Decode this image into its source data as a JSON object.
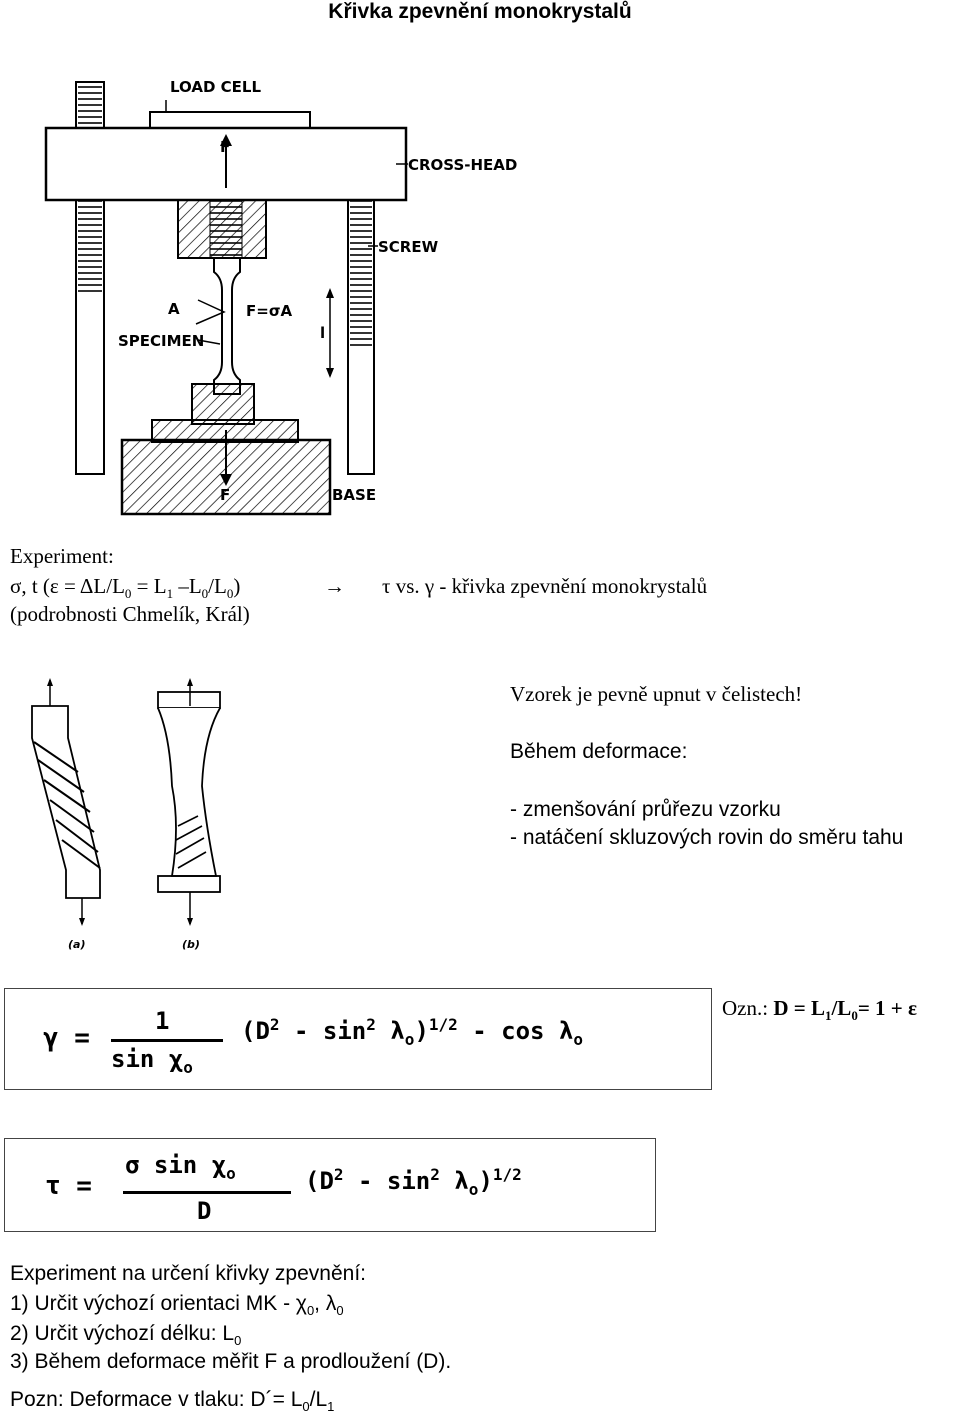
{
  "title": "Křivka zpevnění monokrystalů",
  "figure_labels": {
    "load_cell": "LOAD CELL",
    "cross_head": "CROSS-HEAD",
    "screw": "SCREW",
    "specimen": "SPECIMEN",
    "base": "BASE",
    "f_top": "F",
    "f_bottom": "F",
    "area": "A",
    "f_eq": "F=σA",
    "length": "l"
  },
  "experiment": {
    "heading": "Experiment:",
    "line1_pre": "σ, t (ε = ΔL/L",
    "line1_mid1": " = L",
    "line1_mid2": " –L",
    "line1_mid3": "/L",
    "line1_post": ")",
    "sub0": "0",
    "sub1": "1",
    "arrow": "→",
    "right": "τ vs. γ  - křivka zpevnění monokrystalů",
    "note": "(podrobnosti Chmelík, Král)"
  },
  "notes": {
    "fixed": "Vzorek je pevně upnut v čelistech!",
    "during": "Během deformace:",
    "item1": "- zmenšování průřezu vzorku",
    "item2": "- natáčení skluzových rovin do směru tahu"
  },
  "sub_labels": {
    "a": "(a)",
    "b": "(b)"
  },
  "ozn": {
    "pre": "Ozn.: ",
    "d": "D = L",
    "slash": "/L",
    "eq": "= 1 + ε",
    "s1": "1",
    "s0": "0"
  },
  "eq1": {
    "lhs": "γ =",
    "num": "1",
    "den": "sin χ",
    "den_sub": "o",
    "rest_a": "(D",
    "sq": "2",
    "rest_b": " - sin",
    "rest_c": " λ",
    "rest_d": ")",
    "pow": "1/2",
    "rest_e": " - cos λ",
    "sub": "o"
  },
  "eq2": {
    "lhs": "τ =",
    "num": "σ sin χ",
    "num_sub": "o",
    "den": "D",
    "rest_a": "(D",
    "sq": "2",
    "rest_b": " - sin",
    "rest_c": " λ",
    "rest_d": ")",
    "pow": "1/2",
    "sub": "o"
  },
  "steps": {
    "heading": "Experiment na určení křivky zpevnění:",
    "s1_pre": "1) Určit výchozí orientaci MK - χ",
    "s1_mid": ", λ",
    "s2": "2) Určit výchozí délku: L",
    "s3": "3) Během deformace měřit F a prodloužení (D).",
    "sub0": "0"
  },
  "pozn": {
    "pre": "Pozn: Deformace v tlaku: D´= L",
    "slash": "/L",
    "s0": "0",
    "s1": "1"
  }
}
